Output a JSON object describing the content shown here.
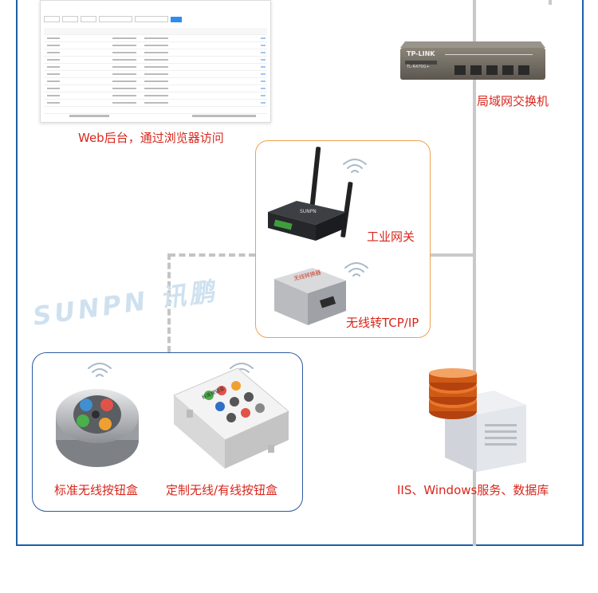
{
  "labels": {
    "web_backend": "Web后台，通过浏览器访问",
    "switch": "局域网交换机",
    "gateway": "工业网关",
    "wireless_tcp": "无线转TCP/IP",
    "standard_box": "标准无线按钮盒",
    "custom_box": "定制无线/有线按钮盒",
    "server": "IIS、Windows服务、数据库"
  },
  "router": {
    "brand": "TP-LINK",
    "model": "TL-R470G+"
  },
  "gateway_box_label": "SUNPN",
  "wireless_module_label": "无线转换器",
  "custom_button_box_title": "标准按钮盒",
  "watermark": "SUNPN 讯鹏",
  "colors": {
    "frame_blue": "#1d5fa6",
    "caption_red": "#d9261c",
    "orange_border": "#f0a050",
    "line_gray": "#c9c9c9"
  }
}
